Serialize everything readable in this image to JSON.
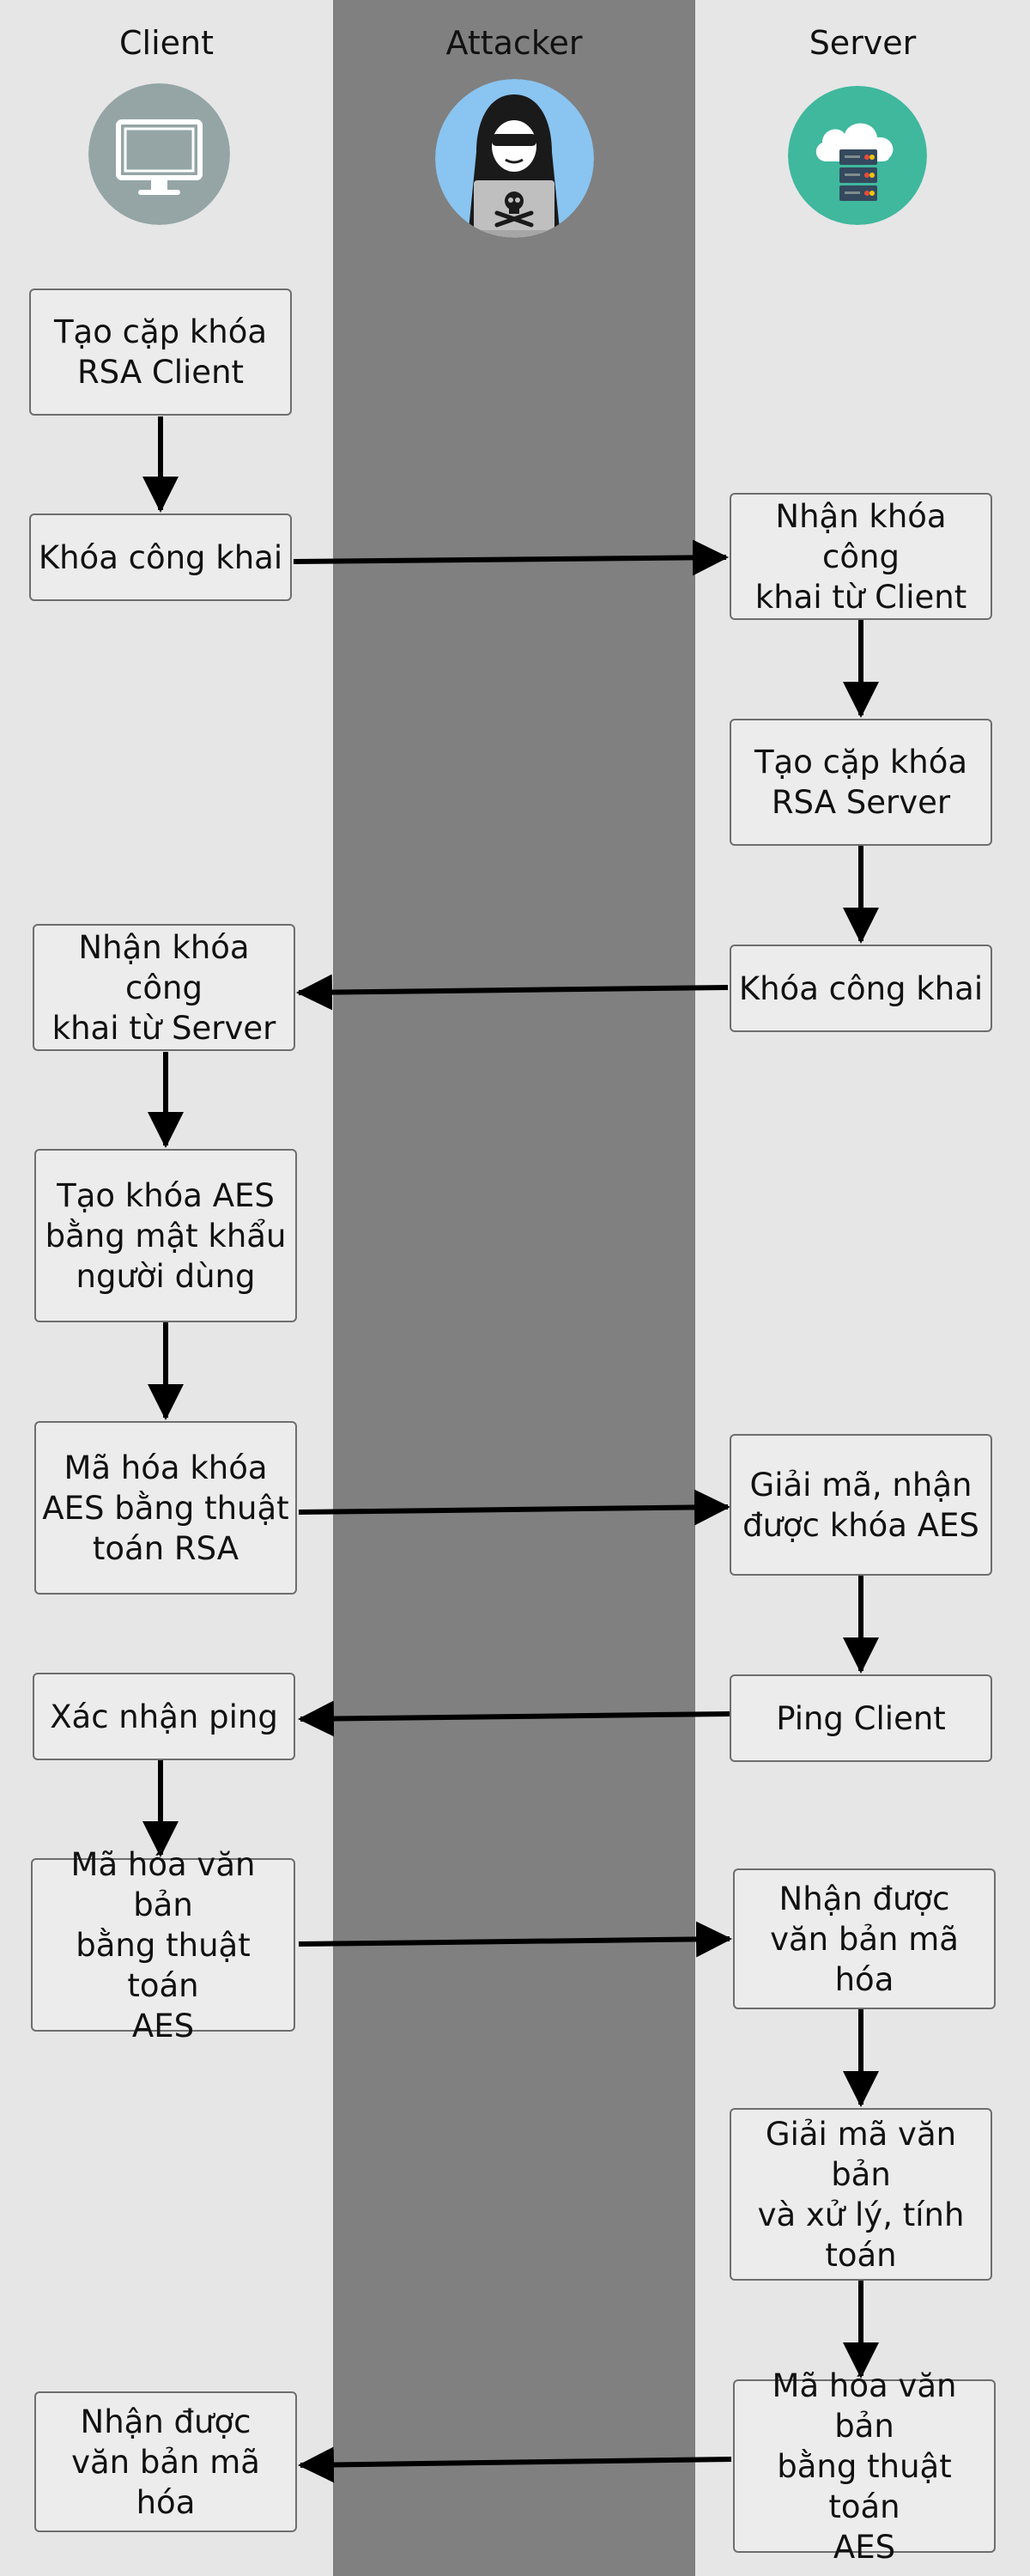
{
  "lanes": {
    "client": "Client",
    "attacker": "Attacker",
    "server": "Server"
  },
  "icons": {
    "client": "monitor-icon",
    "attacker": "hacker-icon",
    "server": "cloud-server-icon"
  },
  "colors": {
    "lane_side": "#e6e6e6",
    "lane_middle": "#808080",
    "client_icon_bg": "#95a5a6",
    "attacker_icon_bg": "#8ac4f0",
    "server_icon_bg": "#3fb89e"
  },
  "steps": {
    "client_gen_rsa": "Tạo cặp khóa\nRSA Client",
    "client_public_key": "Khóa công khai",
    "server_receive_key": "Nhận khóa công\nkhai từ Client",
    "server_gen_rsa": "Tạo cặp khóa\nRSA Server",
    "server_public_key": "Khóa công khai",
    "client_receive_key": "Nhận khóa công\nkhai từ Server",
    "client_gen_aes": "Tạo khóa AES\nbằng mật khẩu\nngười dùng",
    "client_encrypt_aes": "Mã hóa khóa\nAES bằng thuật\ntoán RSA",
    "server_decrypt_aes": "Giải mã, nhận\nđược khóa AES",
    "server_ping": "Ping Client",
    "client_confirm_ping": "Xác nhận ping",
    "client_encrypt_text": "Mã hóa văn bản\nbằng thuật toán\nAES",
    "server_receive_text": "Nhận được\nvăn bản mã hóa",
    "server_process": "Giải mã văn bản\nvà xử lý, tính\ntoán",
    "server_encrypt_text": "Mã hóa văn bản\nbằng thuật toán\nAES",
    "client_receive_text": "Nhận được\nvăn bản mã hóa"
  }
}
